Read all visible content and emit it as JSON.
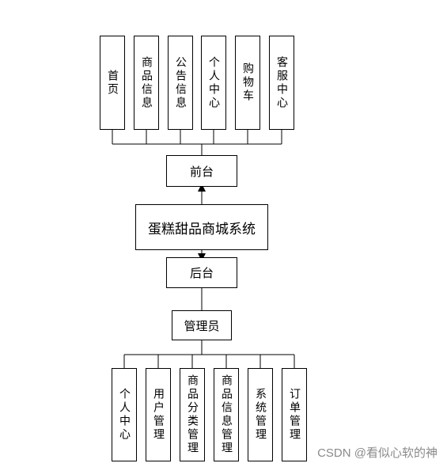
{
  "front_modules": [
    "首页",
    "商品信息",
    "公告信息",
    "个人中心",
    "购物车",
    "客服中心"
  ],
  "front_label": "前台",
  "system_name": "蛋糕甜品商城系统",
  "back_label": "后台",
  "admin_label": "管理员",
  "admin_modules": [
    "个人中心",
    "用户管理",
    "商品分类管理",
    "商品信息管理",
    "系统管理",
    "订单管理"
  ],
  "watermark": "CSDN @看似心软的神"
}
